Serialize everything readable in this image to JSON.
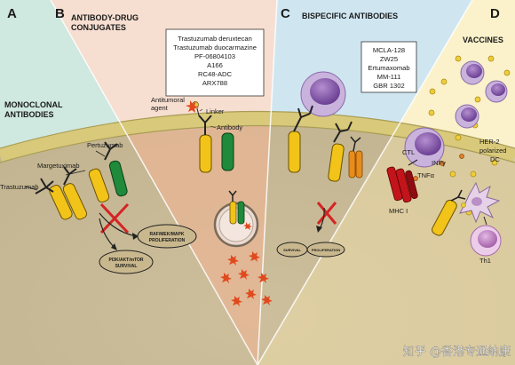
{
  "sections": {
    "a": {
      "letter": "A",
      "title_line1": "MONOCLONAL",
      "title_line2": "ANTIBODIES"
    },
    "b": {
      "letter": "B",
      "title_line1": "ANTIBODY-DRUG",
      "title_line2": "CONJUGATES"
    },
    "c": {
      "letter": "C",
      "title": "BISPECIFIC ANTIBODIES"
    },
    "d": {
      "letter": "D",
      "title": "VACCINES"
    }
  },
  "labels": {
    "trastuzumab": "Trastuzumab",
    "margetuximab": "Margetuximab",
    "pertuzumab": "Pertuzumab",
    "antitumoral_line1": "Antitumoral",
    "antitumoral_line2": "agent",
    "linker": "Linker",
    "antibody": "Antibody",
    "ctl": "CTL",
    "ifn_gamma": "INFγ",
    "tnf_alpha": "TNFα",
    "mhc_i": "MHC I",
    "her2_dc_line1": "HER-2",
    "her2_dc_line2": "polarized",
    "her2_dc_line3": "DC",
    "th1": "Th1"
  },
  "ovals": {
    "ras_raf_line1": "RAF/MEK/MAPK",
    "ras_raf_line2": "PROLIFERATION",
    "pi3k_line1": "PI3K/AKT/mTOR",
    "pi3k_line2": "SURVIVAL",
    "survival_c": "SURVIVAL",
    "proliferation_c": "PROLIFERATION"
  },
  "adc_box": [
    "Trastuzumab deruxtecan",
    "Trastuzumab duocarmazine",
    "PF-06804103",
    "A166",
    "RC48-ADC",
    "ARX788"
  ],
  "bispecific_box": [
    "MCLA-128",
    "ZW25",
    "Ertumaxomab",
    "MM-111",
    "GBR 1302"
  ],
  "watermark": "知乎 @香港专通纳康"
}
